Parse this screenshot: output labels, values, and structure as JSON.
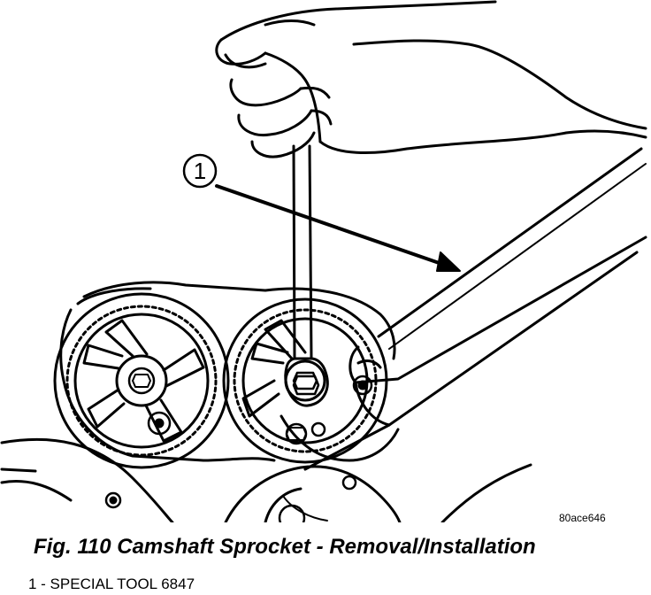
{
  "figure": {
    "callout_number": "1",
    "image_code": "80ace646",
    "caption": "Fig. 110 Camshaft Sprocket - Removal/Installation"
  },
  "legend": {
    "items": [
      {
        "number": "1",
        "text": "1 - SPECIAL TOOL 6847"
      }
    ]
  }
}
